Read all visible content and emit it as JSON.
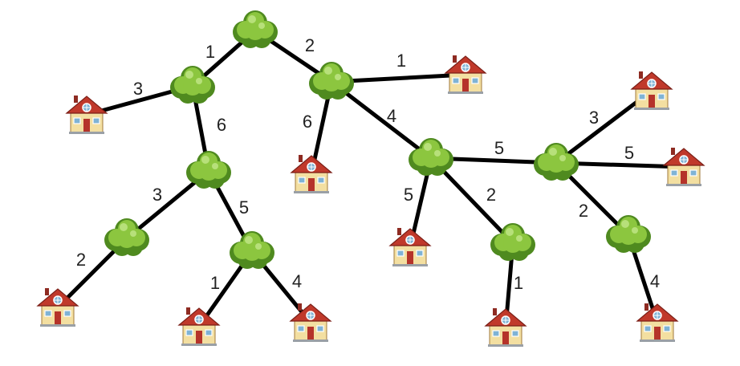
{
  "colors": {
    "edge": "#000000",
    "label": "#222222",
    "tree_light": "#8cc63f",
    "tree_dark": "#4f8a1f",
    "house_wall": "#f3dfa1",
    "house_roof": "#c0392b",
    "house_door": "#b5332a",
    "house_window": "#7fb3d5"
  },
  "icons": {
    "tree": "tree-icon",
    "house": "house-icon"
  },
  "trees": [
    "T1",
    "T2",
    "T3",
    "T4",
    "T5",
    "T6",
    "T7",
    "T8",
    "T9",
    "T10",
    "T11"
  ],
  "houses": [
    "H1",
    "H2",
    "H3",
    "H4",
    "H5",
    "H6",
    "H7",
    "H8",
    "H9",
    "H10",
    "H11",
    "H12"
  ],
  "edges": [
    {
      "from": "T1",
      "to": "T2",
      "weight": "1"
    },
    {
      "from": "T1",
      "to": "T3",
      "weight": "2"
    },
    {
      "from": "T2",
      "to": "H1",
      "weight": "3"
    },
    {
      "from": "T2",
      "to": "T4",
      "weight": "6"
    },
    {
      "from": "T3",
      "to": "H2",
      "weight": "1"
    },
    {
      "from": "T3",
      "to": "H3",
      "weight": "6"
    },
    {
      "from": "T3",
      "to": "T5",
      "weight": "4"
    },
    {
      "from": "T4",
      "to": "T6",
      "weight": "3"
    },
    {
      "from": "T4",
      "to": "T7",
      "weight": "5"
    },
    {
      "from": "T6",
      "to": "H4",
      "weight": "2"
    },
    {
      "from": "T7",
      "to": "H5",
      "weight": "1"
    },
    {
      "from": "T7",
      "to": "H6",
      "weight": "4"
    },
    {
      "from": "T5",
      "to": "T8",
      "weight": "5"
    },
    {
      "from": "T5",
      "to": "H7",
      "weight": "5"
    },
    {
      "from": "T5",
      "to": "T9",
      "weight": "2"
    },
    {
      "from": "T9",
      "to": "H8",
      "weight": "1"
    },
    {
      "from": "T8",
      "to": "H9",
      "weight": "3"
    },
    {
      "from": "T8",
      "to": "H10",
      "weight": "5"
    },
    {
      "from": "T8",
      "to": "T10",
      "weight": "2"
    },
    {
      "from": "T10",
      "to": "H11",
      "weight": "4"
    }
  ]
}
